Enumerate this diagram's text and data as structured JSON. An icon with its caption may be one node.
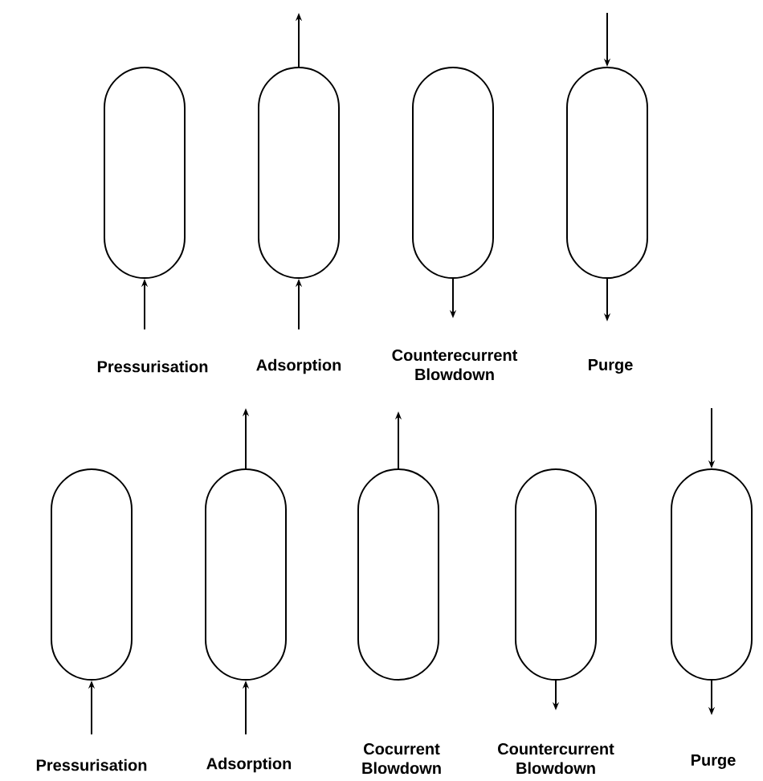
{
  "diagram": {
    "nodes": [
      {
        "text": [],
        "shape": "cylinder"
      },
      {
        "text": [],
        "shape": "cylinder"
      },
      {
        "text": [],
        "shape": "cylinder"
      },
      {
        "text": [],
        "shape": "cylinder"
      },
      {
        "text": [],
        "shape": "cylinder"
      },
      {
        "text": [],
        "shape": "cylinder"
      },
      {
        "text": [],
        "shape": "cylinder"
      },
      {
        "text": [],
        "shape": "cylinder"
      },
      {
        "text": [],
        "shape": "cylinder"
      }
    ],
    "edges": [
      {
        "from": null,
        "to": 0,
        "arrow": "to"
      },
      {
        "from": null,
        "to": 1,
        "arrow": "to"
      },
      {
        "from": 1,
        "to": null,
        "arrow": "to"
      },
      {
        "from": 2,
        "to": null,
        "arrow": "to"
      },
      {
        "from": null,
        "to": 3,
        "arrow": "to"
      },
      {
        "from": 3,
        "to": null,
        "arrow": "to"
      },
      {
        "from": null,
        "to": 4,
        "arrow": "to"
      },
      {
        "from": null,
        "to": 5,
        "arrow": "to"
      },
      {
        "from": 5,
        "to": null,
        "arrow": "to"
      },
      {
        "from": 6,
        "to": null,
        "arrow": "to"
      },
      {
        "from": 7,
        "to": null,
        "arrow": "to"
      },
      {
        "from": null,
        "to": 8,
        "arrow": "to"
      },
      {
        "from": 8,
        "to": null,
        "arrow": "to"
      }
    ],
    "labels": [
      "Pressurisation",
      "Adsorption",
      "Counterecurrent Blowdown",
      "Purge",
      "Pressurisation",
      "Adsorption",
      "Cocurrent Blowdown",
      "Countercurrent Blowdown",
      "Purge"
    ]
  }
}
